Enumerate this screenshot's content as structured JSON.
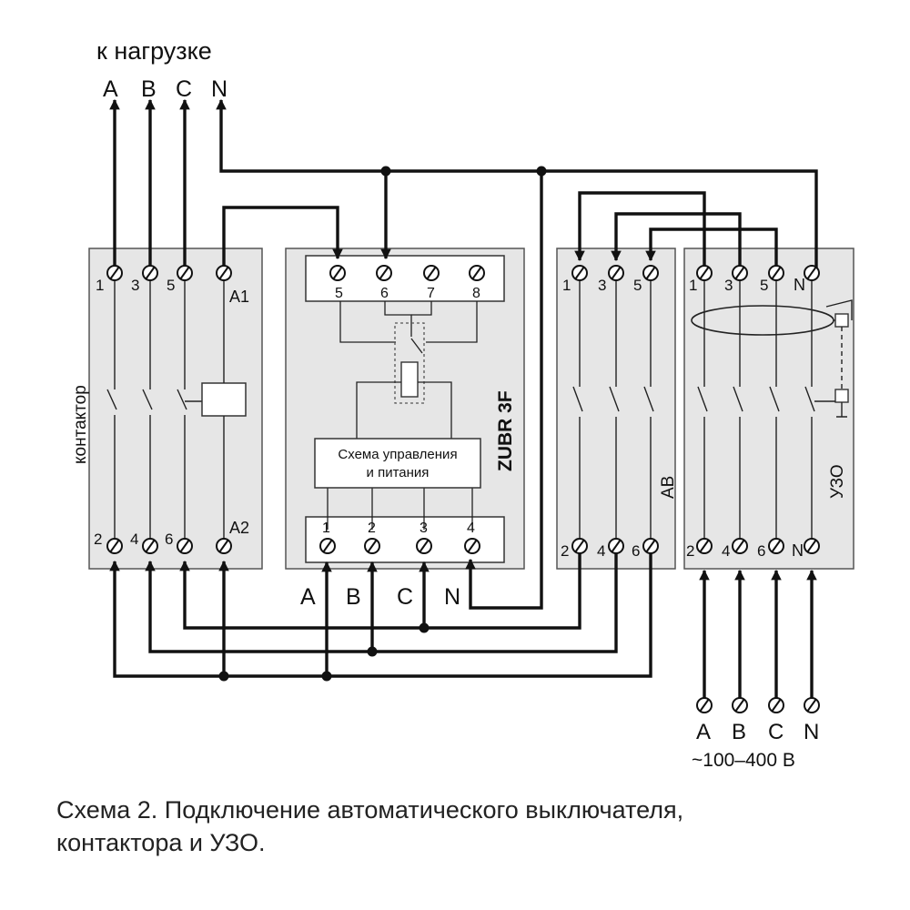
{
  "load": {
    "title": "к нагрузке",
    "phases": [
      "A",
      "B",
      "C",
      "N"
    ]
  },
  "contactor": {
    "name": "контактор",
    "top_terminals": [
      "1",
      "3",
      "5",
      "A1"
    ],
    "bottom_terminals": [
      "2",
      "4",
      "6",
      "A2"
    ]
  },
  "relay": {
    "name": "ZUBR 3F",
    "control_block": [
      "Схема управления",
      "и питания"
    ],
    "top_terminals": [
      "5",
      "6",
      "7",
      "8"
    ],
    "bottom_terminals": [
      "1",
      "2",
      "3",
      "4"
    ],
    "inputs": [
      "A",
      "B",
      "C",
      "N"
    ]
  },
  "breaker": {
    "name": "АВ",
    "top_terminals": [
      "1",
      "3",
      "5"
    ],
    "bottom_terminals": [
      "2",
      "4",
      "6"
    ]
  },
  "rcd": {
    "name": "УЗО",
    "top_terminals": [
      "1",
      "3",
      "5",
      "N"
    ],
    "bottom_terminals": [
      "2",
      "4",
      "6",
      "N"
    ]
  },
  "supply": {
    "phases": [
      "A",
      "B",
      "C",
      "N"
    ],
    "voltage": "~100–400 В"
  },
  "caption": {
    "line1": "Схема 2. Подключение автоматического выключателя,",
    "line2": "контактора  и УЗО."
  },
  "colors": {
    "module_fill": "#e6e6e6",
    "wire": "#111111",
    "outline": "#333333"
  }
}
